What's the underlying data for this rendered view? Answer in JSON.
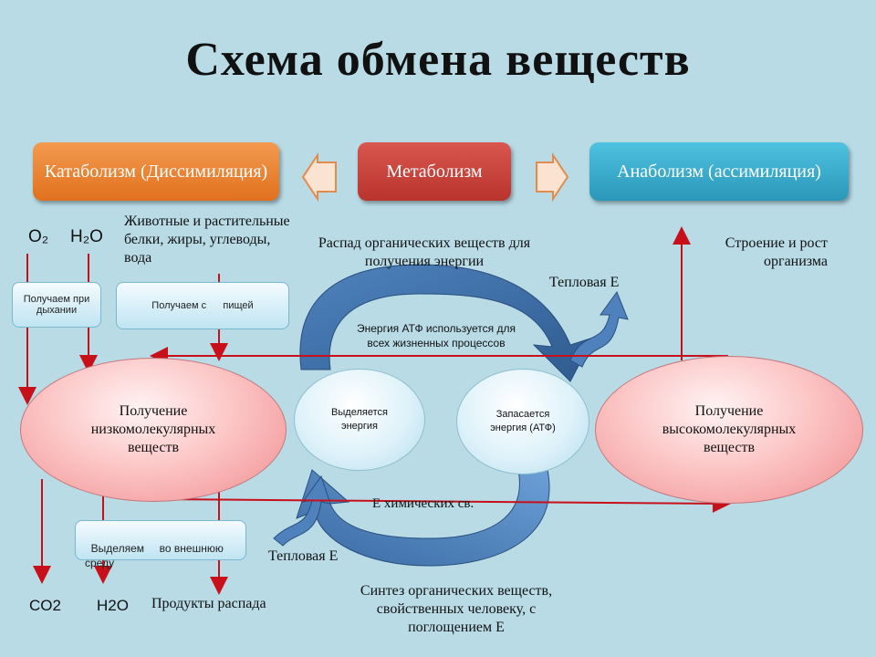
{
  "title": "Схема обмена веществ",
  "boxes": {
    "catabolism": "Катаболизм (Диссимиляция)",
    "metabolism": "Метаболизм",
    "anabolism": "Анаболизм (ассимиляция)"
  },
  "labels": {
    "o2": "O₂",
    "h2o_top": "H₂O",
    "food_sources": "Животные и растительные белки, жиры, углеводы, вода",
    "breakdown": "Распад органических веществ для получения энергии",
    "structure": "Строение и рост организма",
    "heat_top": "Тепловая Е",
    "heat_bottom": "Тепловая Е",
    "atp_usage": "Энергия АТФ используется для всех жизненных процессов",
    "chem_energy": "Е химических св.",
    "synthesis": "Синтез органических веществ, свойственных человеку, с поглощением Е",
    "co2": "CO2",
    "h2o_bottom": "H2O",
    "decay_products": "Продукты распада"
  },
  "pills": {
    "breathing": "Получаем при дыхании",
    "food": "Получаем с      пищей",
    "excrete": "Выделяем     во внешнюю среду"
  },
  "ellipses": {
    "low_molecular": "Получение низкомолекулярных веществ",
    "high_molecular": "Получение высокомолекулярных веществ",
    "energy_released": "Выделяется энергия",
    "energy_stored": "Запасается энергия (АТФ)"
  },
  "colors": {
    "catabolism": "#e57f2e",
    "metabolism": "#c43c34",
    "anabolism": "#37abcb",
    "arrow_red": "#c8101a",
    "cycle_blue": "#3f6fa6"
  }
}
